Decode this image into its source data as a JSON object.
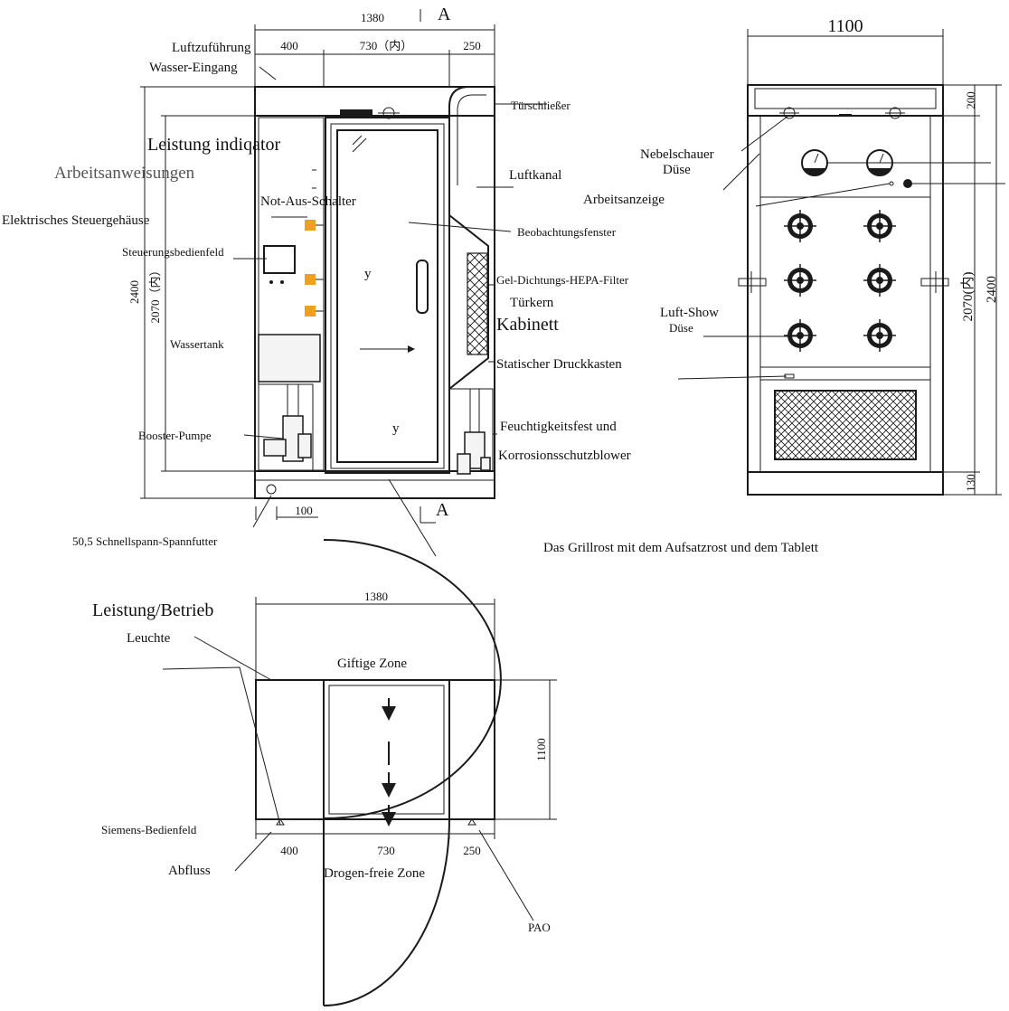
{
  "colors": {
    "line": "#1a1a1a",
    "accent_valve": "#f0a020",
    "background": "#ffffff"
  },
  "front_view": {
    "section_mark": "A",
    "dims": {
      "overall_width": "1380",
      "left": "400",
      "inner": "730（内）",
      "right": "250",
      "overall_height": "2400",
      "inner_height": "2070（内）",
      "bottom": "100"
    },
    "labels": {
      "air_supply": "Luftzuführung",
      "water_inlet": "Wasser-Eingang",
      "door_closer": "Türschließer",
      "power_indicator": "Leistung indiqator",
      "work_instructions": "Arbeitsanweisungen",
      "air_duct": "Luftkanal",
      "emergency_stop": "Not-Aus-Schalter",
      "control_box": "Elektrisches Steuergehäuse",
      "observation_window": "Beobachtungsfenster",
      "control_panel": "Steuerungsbedienfeld",
      "hepa_filter": "Gel-Dichtungs-HEPA-Filter",
      "door_core": "Türkern",
      "cabinet": "Kabinett",
      "water_tank": "Wassertank",
      "static_pressure_box": "Statischer Druckkasten",
      "booster_pump": "Booster-Pumpe",
      "blower_line1": "Feuchtigkeitsfest und",
      "blower_line2": "Korrosionsschutzblower",
      "quick_clamp": "50,5 Schnellspann-Spannfutter",
      "flow_y": "y"
    }
  },
  "side_view": {
    "dims": {
      "width": "1100",
      "top": "200",
      "inner_height": "2070(内)",
      "height": "2400",
      "bottom": "130"
    },
    "labels": {
      "mist_nozzle_line1": "Nebelschauer",
      "mist_nozzle_line2": "Düse",
      "work_indicator": "Arbeitsanzeige",
      "air_nozzle_line1": "Luft-Show",
      "air_nozzle_line2": "Düse"
    }
  },
  "caption": "Das Grillrost mit dem Aufsatzrost und dem Tablett",
  "plan_view": {
    "dims": {
      "overall_width": "1380",
      "depth": "1100",
      "left": "400",
      "inner": "730",
      "right": "250"
    },
    "labels": {
      "power_lamp_line1": "Leistung/Betrieb",
      "power_lamp_line2": "Leuchte",
      "toxic_zone": "Giftige Zone",
      "siemens_panel": "Siemens-Bedienfeld",
      "drain": "Abfluss",
      "drug_free_zone": "Drogen-freie Zone",
      "pao": "PAO"
    }
  }
}
